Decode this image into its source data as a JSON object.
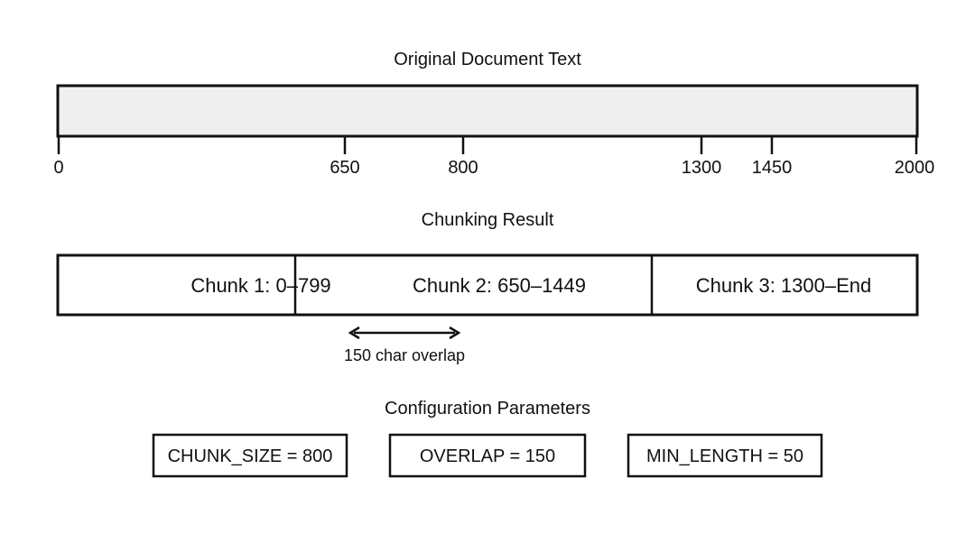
{
  "document": {
    "title": "Original Document Text",
    "ticks": [
      "0",
      "650",
      "800",
      "1300",
      "1450",
      "2000"
    ]
  },
  "chunking": {
    "title": "Chunking Result",
    "chunks": [
      {
        "label": "Chunk 1: 0–799",
        "start": 0,
        "end": 799
      },
      {
        "label": "Chunk 2: 650–1449",
        "start": 650,
        "end": 1449
      },
      {
        "label": "Chunk 3: 1300–End",
        "start": 1300,
        "end": 2000
      }
    ],
    "overlap_label": "150 char overlap"
  },
  "config": {
    "title": "Configuration Parameters",
    "params": [
      "CHUNK_SIZE = 800",
      "OVERLAP = 150",
      "MIN_LENGTH = 50"
    ]
  },
  "colors": {
    "document_fill": "#efefef",
    "stroke": "#111111"
  }
}
